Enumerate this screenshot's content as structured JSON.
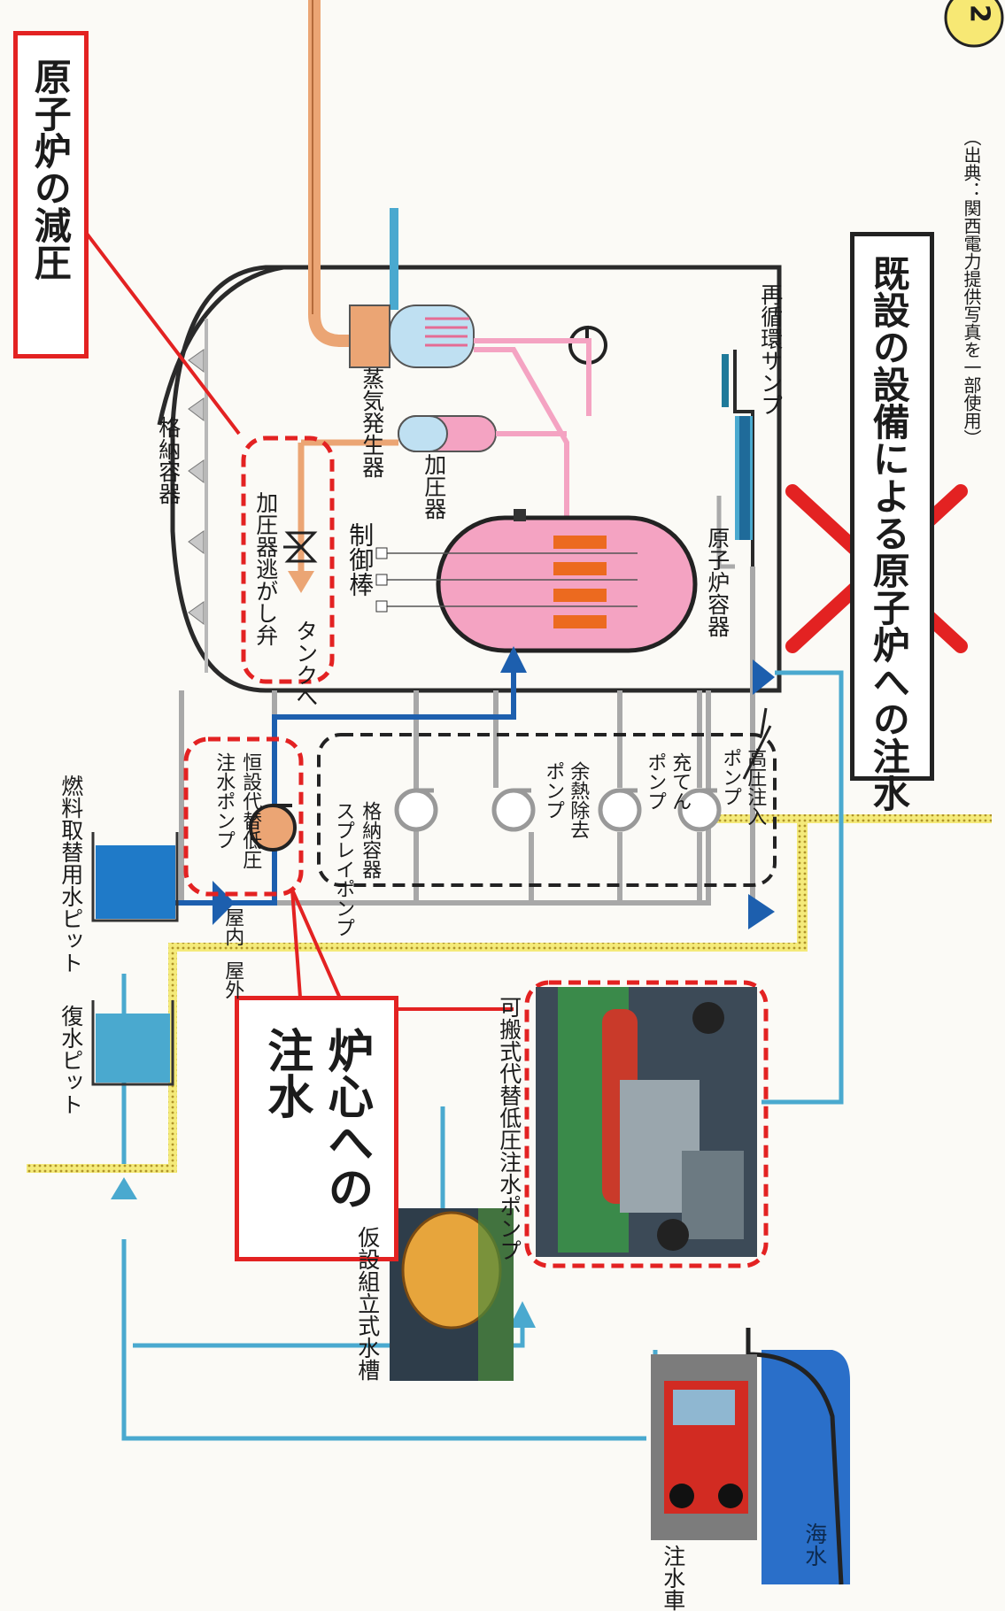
{
  "page_badge": "2",
  "callouts": {
    "depressurize": "原子炉の減圧",
    "core_injection": [
      "炉心への",
      "注水"
    ],
    "existing_blocked": "既設の設備による原子炉への注水"
  },
  "labels": {
    "containment": "格納容器",
    "steam_generator": "蒸気発生器",
    "pressurizer": "加圧器",
    "relief_valve": "加圧器逃がし弁",
    "to_tank": "タンクへ",
    "control_rod": "制御棒",
    "reactor_vessel": "原子炉容器",
    "recirc_sump": "再循環サンプ",
    "permanent_pump": [
      "恒設代替低圧",
      "注水ポンプ"
    ],
    "cs_pump": [
      "格納容器",
      "スプレイポンプ"
    ],
    "rhr_pump": [
      "余熱除去",
      "ポンプ"
    ],
    "charging_pump": [
      "充てん",
      "ポンプ"
    ],
    "hpi_pump": [
      "高圧注入",
      "ポンプ"
    ],
    "indoor": "屋内",
    "outdoor": "屋外",
    "fuel_pit": "燃料取替用水ピット",
    "condensate_pit": "復水ピット",
    "portable_pump": "可搬式代替低圧注水ポンプ",
    "temp_tank": "仮設組立式水槽",
    "fire_truck": "注水車",
    "sea": "海水",
    "source": "（出典：関西電力提供写真を一部使用）"
  },
  "colors": {
    "red": "#e32222",
    "cyan": "#4aa9cf",
    "blue": "#1d5fae",
    "orange": "#eba574",
    "pink": "#f4a3c2",
    "grey": "#a8a8a8",
    "yellow": "#e8d22a",
    "sea": "#2a6fc9"
  },
  "icons": [
    "valve-icon",
    "cross-mark-icon",
    "pump-icon",
    "arrow-icon"
  ]
}
